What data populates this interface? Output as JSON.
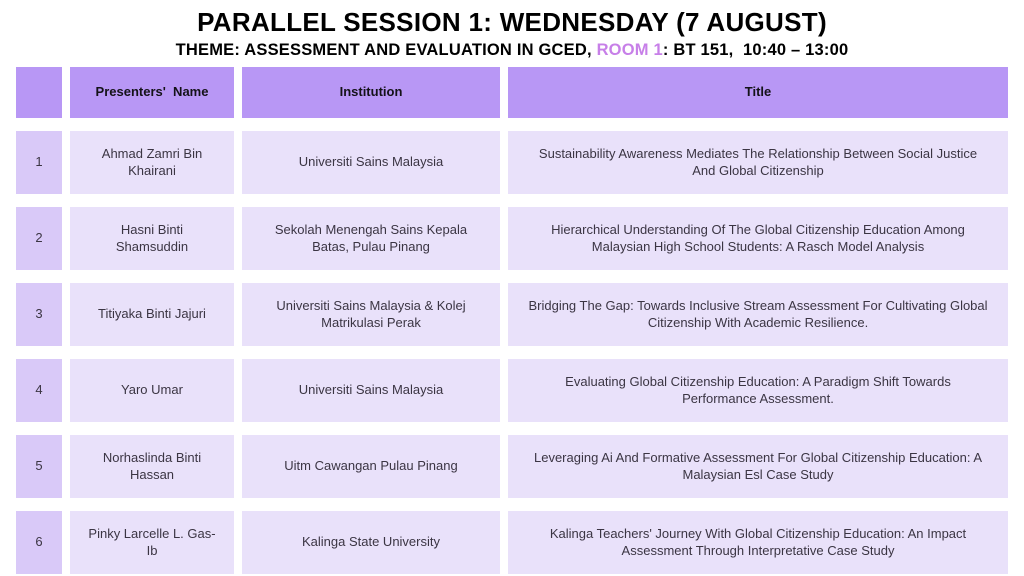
{
  "page": {
    "title": "PARALLEL SESSION 1: WEDNESDAY (7 AUGUST)",
    "subtitle": {
      "prefix": "THEME: ASSESSMENT AND EVALUATION IN GCED, ",
      "room": "ROOM 1",
      "suffix": ": BT 151,  10:40 – 13:00"
    }
  },
  "colors": {
    "header_bg": "#b897f5",
    "index_cell_bg": "#d9c9f8",
    "body_cell_bg": "#e9e1fa",
    "room_highlight_text": "#c77fe8",
    "heading_text": "#000000",
    "body_text": "#3b3543",
    "background": "#ffffff"
  },
  "table": {
    "headers": {
      "index": "",
      "name": "Presenters'  Name",
      "institution": "Institution",
      "title": "Title"
    },
    "rows": [
      {
        "no": "1",
        "name": "Ahmad Zamri Bin Khairani",
        "institution": "Universiti Sains Malaysia",
        "title": "Sustainability Awareness Mediates The Relationship Between Social Justice And Global Citizenship"
      },
      {
        "no": "2",
        "name": "Hasni Binti Shamsuddin",
        "institution": "Sekolah Menengah Sains Kepala Batas, Pulau Pinang",
        "title": "Hierarchical Understanding Of The Global Citizenship Education Among Malaysian High School Students: A Rasch Model Analysis"
      },
      {
        "no": "3",
        "name": "Titiyaka Binti Jajuri",
        "institution": "Universiti Sains Malaysia & Kolej Matrikulasi Perak",
        "title": "Bridging The Gap: Towards Inclusive Stream Assessment For Cultivating Global Citizenship With Academic Resilience."
      },
      {
        "no": "4",
        "name": "Yaro Umar",
        "institution": "Universiti Sains Malaysia",
        "title": "Evaluating Global Citizenship Education: A Paradigm Shift Towards Performance Assessment."
      },
      {
        "no": "5",
        "name": "Norhaslinda Binti Hassan",
        "institution": "Uitm Cawangan Pulau Pinang",
        "title": "Leveraging Ai And Formative Assessment For Global Citizenship Education: A Malaysian Esl Case Study"
      },
      {
        "no": "6",
        "name": "Pinky Larcelle L. Gas-Ib",
        "institution": "Kalinga State University",
        "title": "Kalinga Teachers' Journey With Global Citizenship Education: An Impact Assessment Through Interpretative Case Study"
      }
    ]
  }
}
